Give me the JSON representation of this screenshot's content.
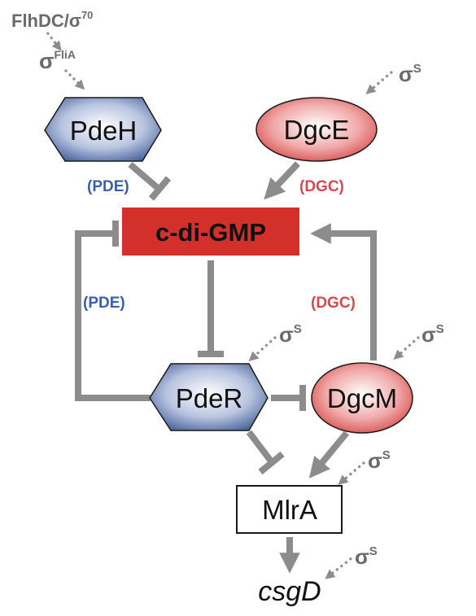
{
  "colors": {
    "pde_blue": "#3a5fb0",
    "dgc_red": "#d9474f",
    "cdigmp_red": "#d4302b",
    "edge_gray": "#8c8c8c"
  },
  "upstream": {
    "flhdc": "FlhDC/σ",
    "flhdc_sup": "70",
    "fliA": "σ",
    "fliA_sup": "FliA"
  },
  "sigma": {
    "symbol": "σ",
    "sup": "S"
  },
  "nodes": {
    "pdeh": "PdeH",
    "dgce": "DgcE",
    "cdigmp": "c-di-GMP",
    "pder": "PdeR",
    "dgcm": "DgcM",
    "mlra": "MlrA",
    "csgd": "csgD"
  },
  "labels": {
    "pde_top": "(PDE)",
    "dgc_top": "(DGC)",
    "pde_left": "(PDE)",
    "dgc_right": "(DGC)"
  }
}
